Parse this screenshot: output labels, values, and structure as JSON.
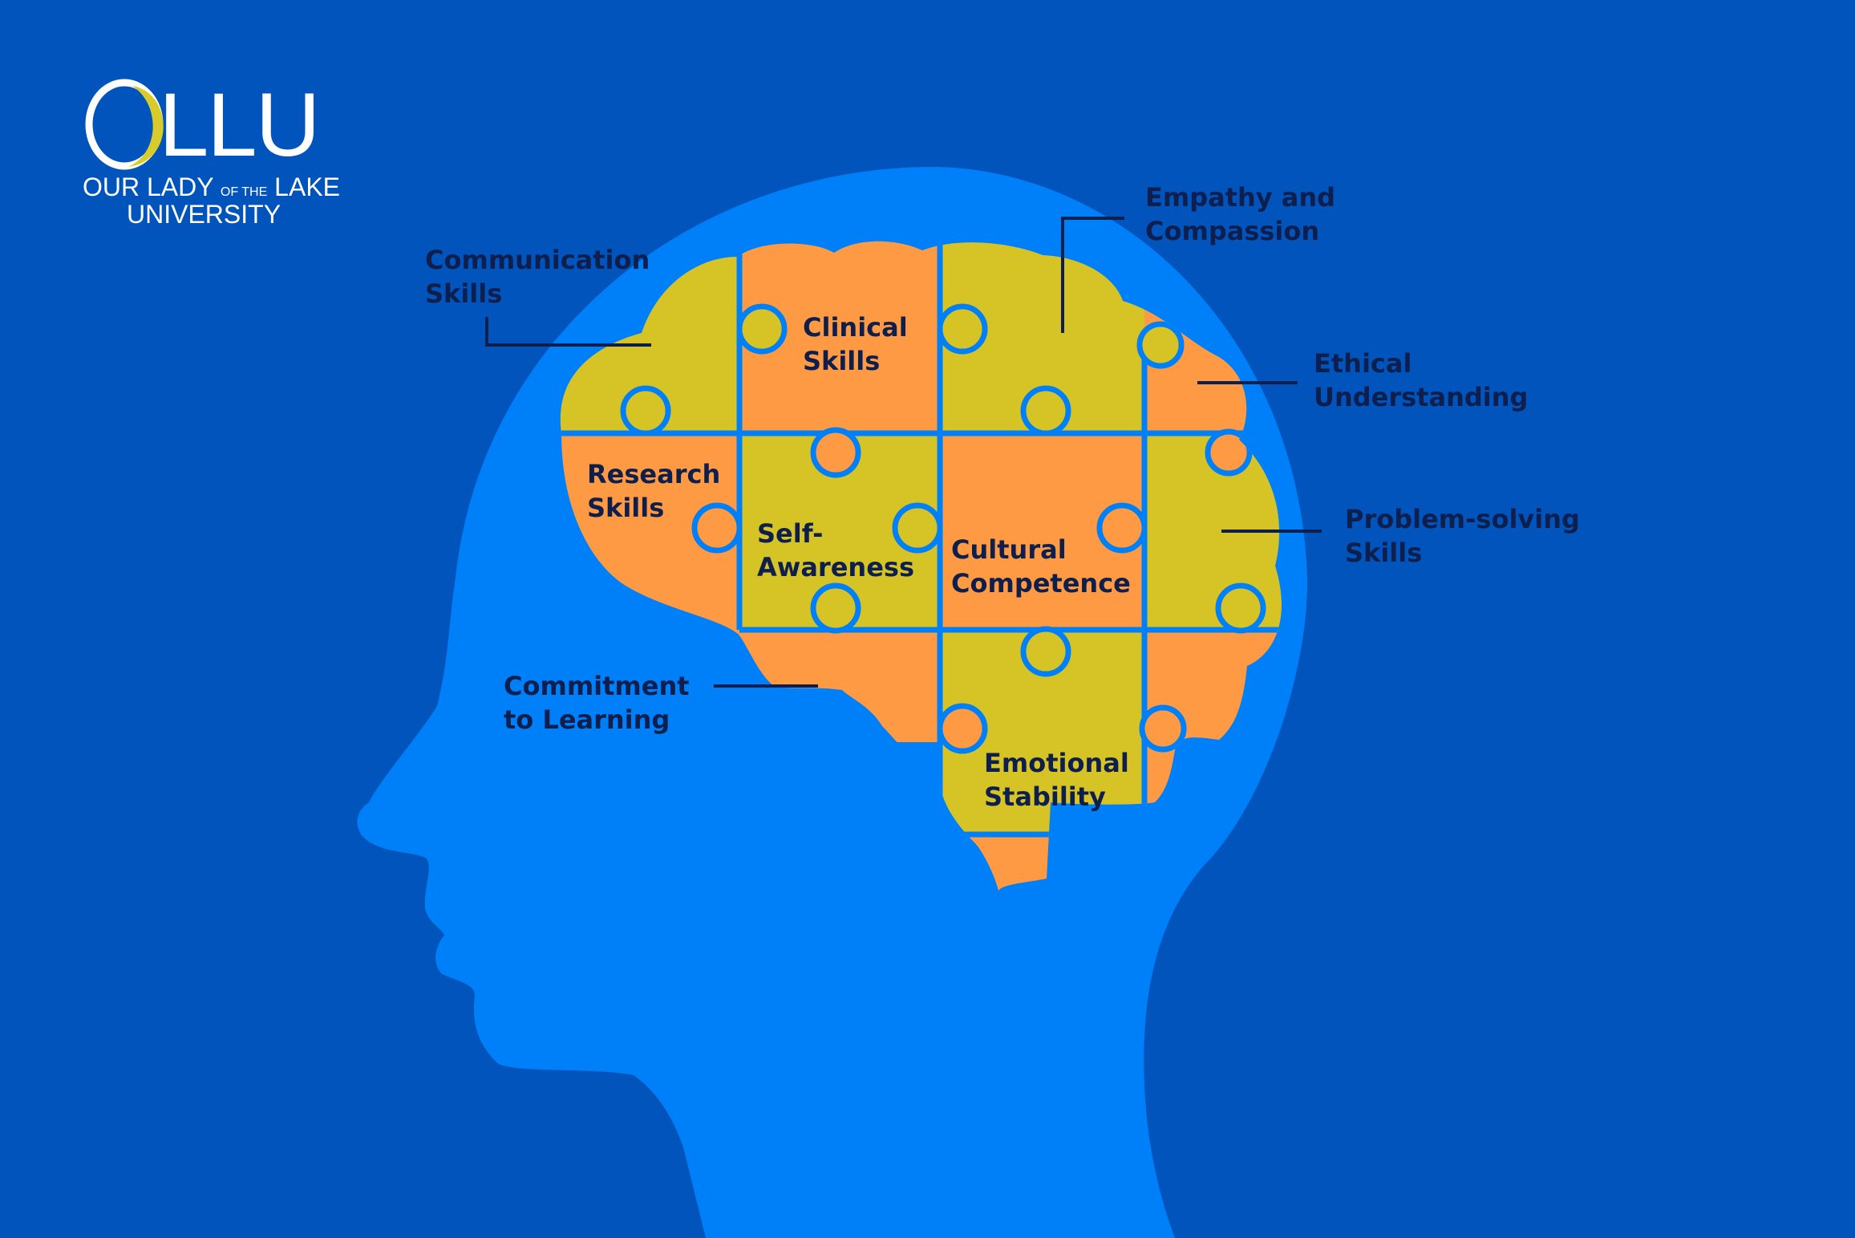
{
  "logo": {
    "letters": "LLU",
    "line1_a": "OUR LADY",
    "line1_b": "OF THE",
    "line1_c": "LAKE",
    "line2": "UNIVERSITY"
  },
  "labels": {
    "communication": [
      "Communication",
      "Skills"
    ],
    "clinical": [
      "Clinical",
      "Skills"
    ],
    "empathy": [
      "Empathy and",
      "Compassion"
    ],
    "ethical": [
      "Ethical",
      "Understanding"
    ],
    "research": [
      "Research",
      "Skills"
    ],
    "self_awareness": [
      "Self-",
      "Awareness"
    ],
    "cultural": [
      "Cultural",
      "Competence"
    ],
    "problem_solving": [
      "Problem-solving",
      "Skills"
    ],
    "commitment": [
      "Commitment",
      "to Learning"
    ],
    "emotional": [
      "Emotional",
      "Stability"
    ]
  },
  "colors": {
    "background": "#0054bb",
    "head": "#0080f8",
    "puzzle_orange": "#fd9a43",
    "puzzle_yellow": "#d6c426",
    "label_text": "#0e1f4d",
    "logo_accent": "#d8cc2a"
  }
}
